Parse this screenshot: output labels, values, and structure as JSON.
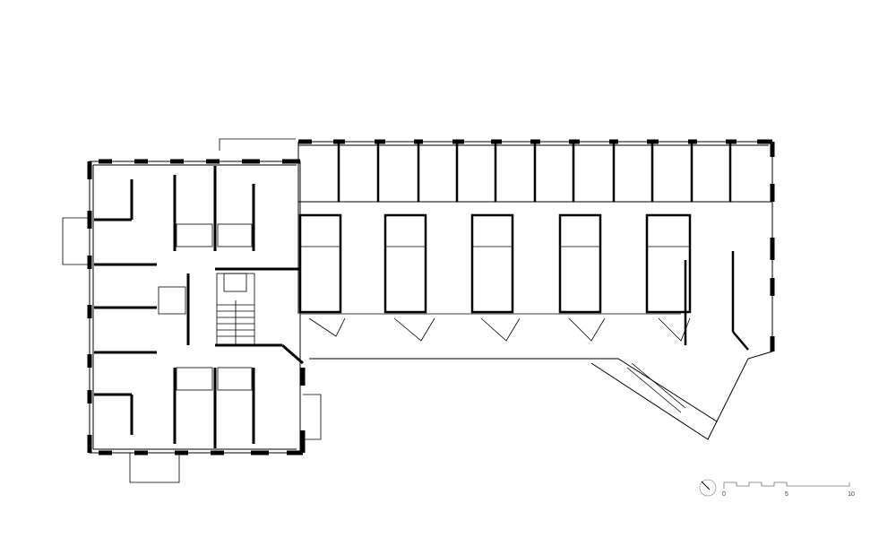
{
  "drawing": {
    "type": "floor-plan",
    "wall_color": "#000000",
    "line_color": "#555555"
  },
  "scale_bar": {
    "labels": [
      "0",
      "5",
      "10"
    ],
    "icon": "north-arrow-icon"
  }
}
